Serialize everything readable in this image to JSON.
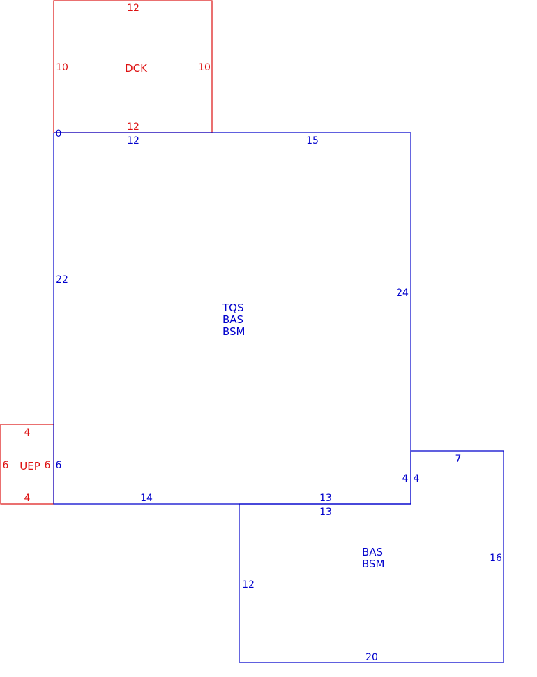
{
  "colors": {
    "main": "#0000cc",
    "accessory": "#dd1111"
  },
  "dck": {
    "label": "DCK",
    "top": "12",
    "left": "10",
    "right": "10",
    "bottom": "12"
  },
  "main_area": {
    "labels": [
      "TQS",
      "BAS",
      "BSM"
    ],
    "origin": "0",
    "top_left": "12",
    "top_right": "15",
    "left": "22",
    "right": "24",
    "notch_left": "6",
    "bottom_left": "14",
    "bottom_right": "13"
  },
  "uep": {
    "label": "UEP",
    "top": "4",
    "left": "6",
    "right": "6",
    "bottom": "4"
  },
  "lower_area": {
    "labels": [
      "BAS",
      "BSM"
    ],
    "top": "13",
    "step_left": "4",
    "step_right": "4",
    "step_top": "7",
    "right": "16",
    "left": "12",
    "bottom": "20"
  }
}
